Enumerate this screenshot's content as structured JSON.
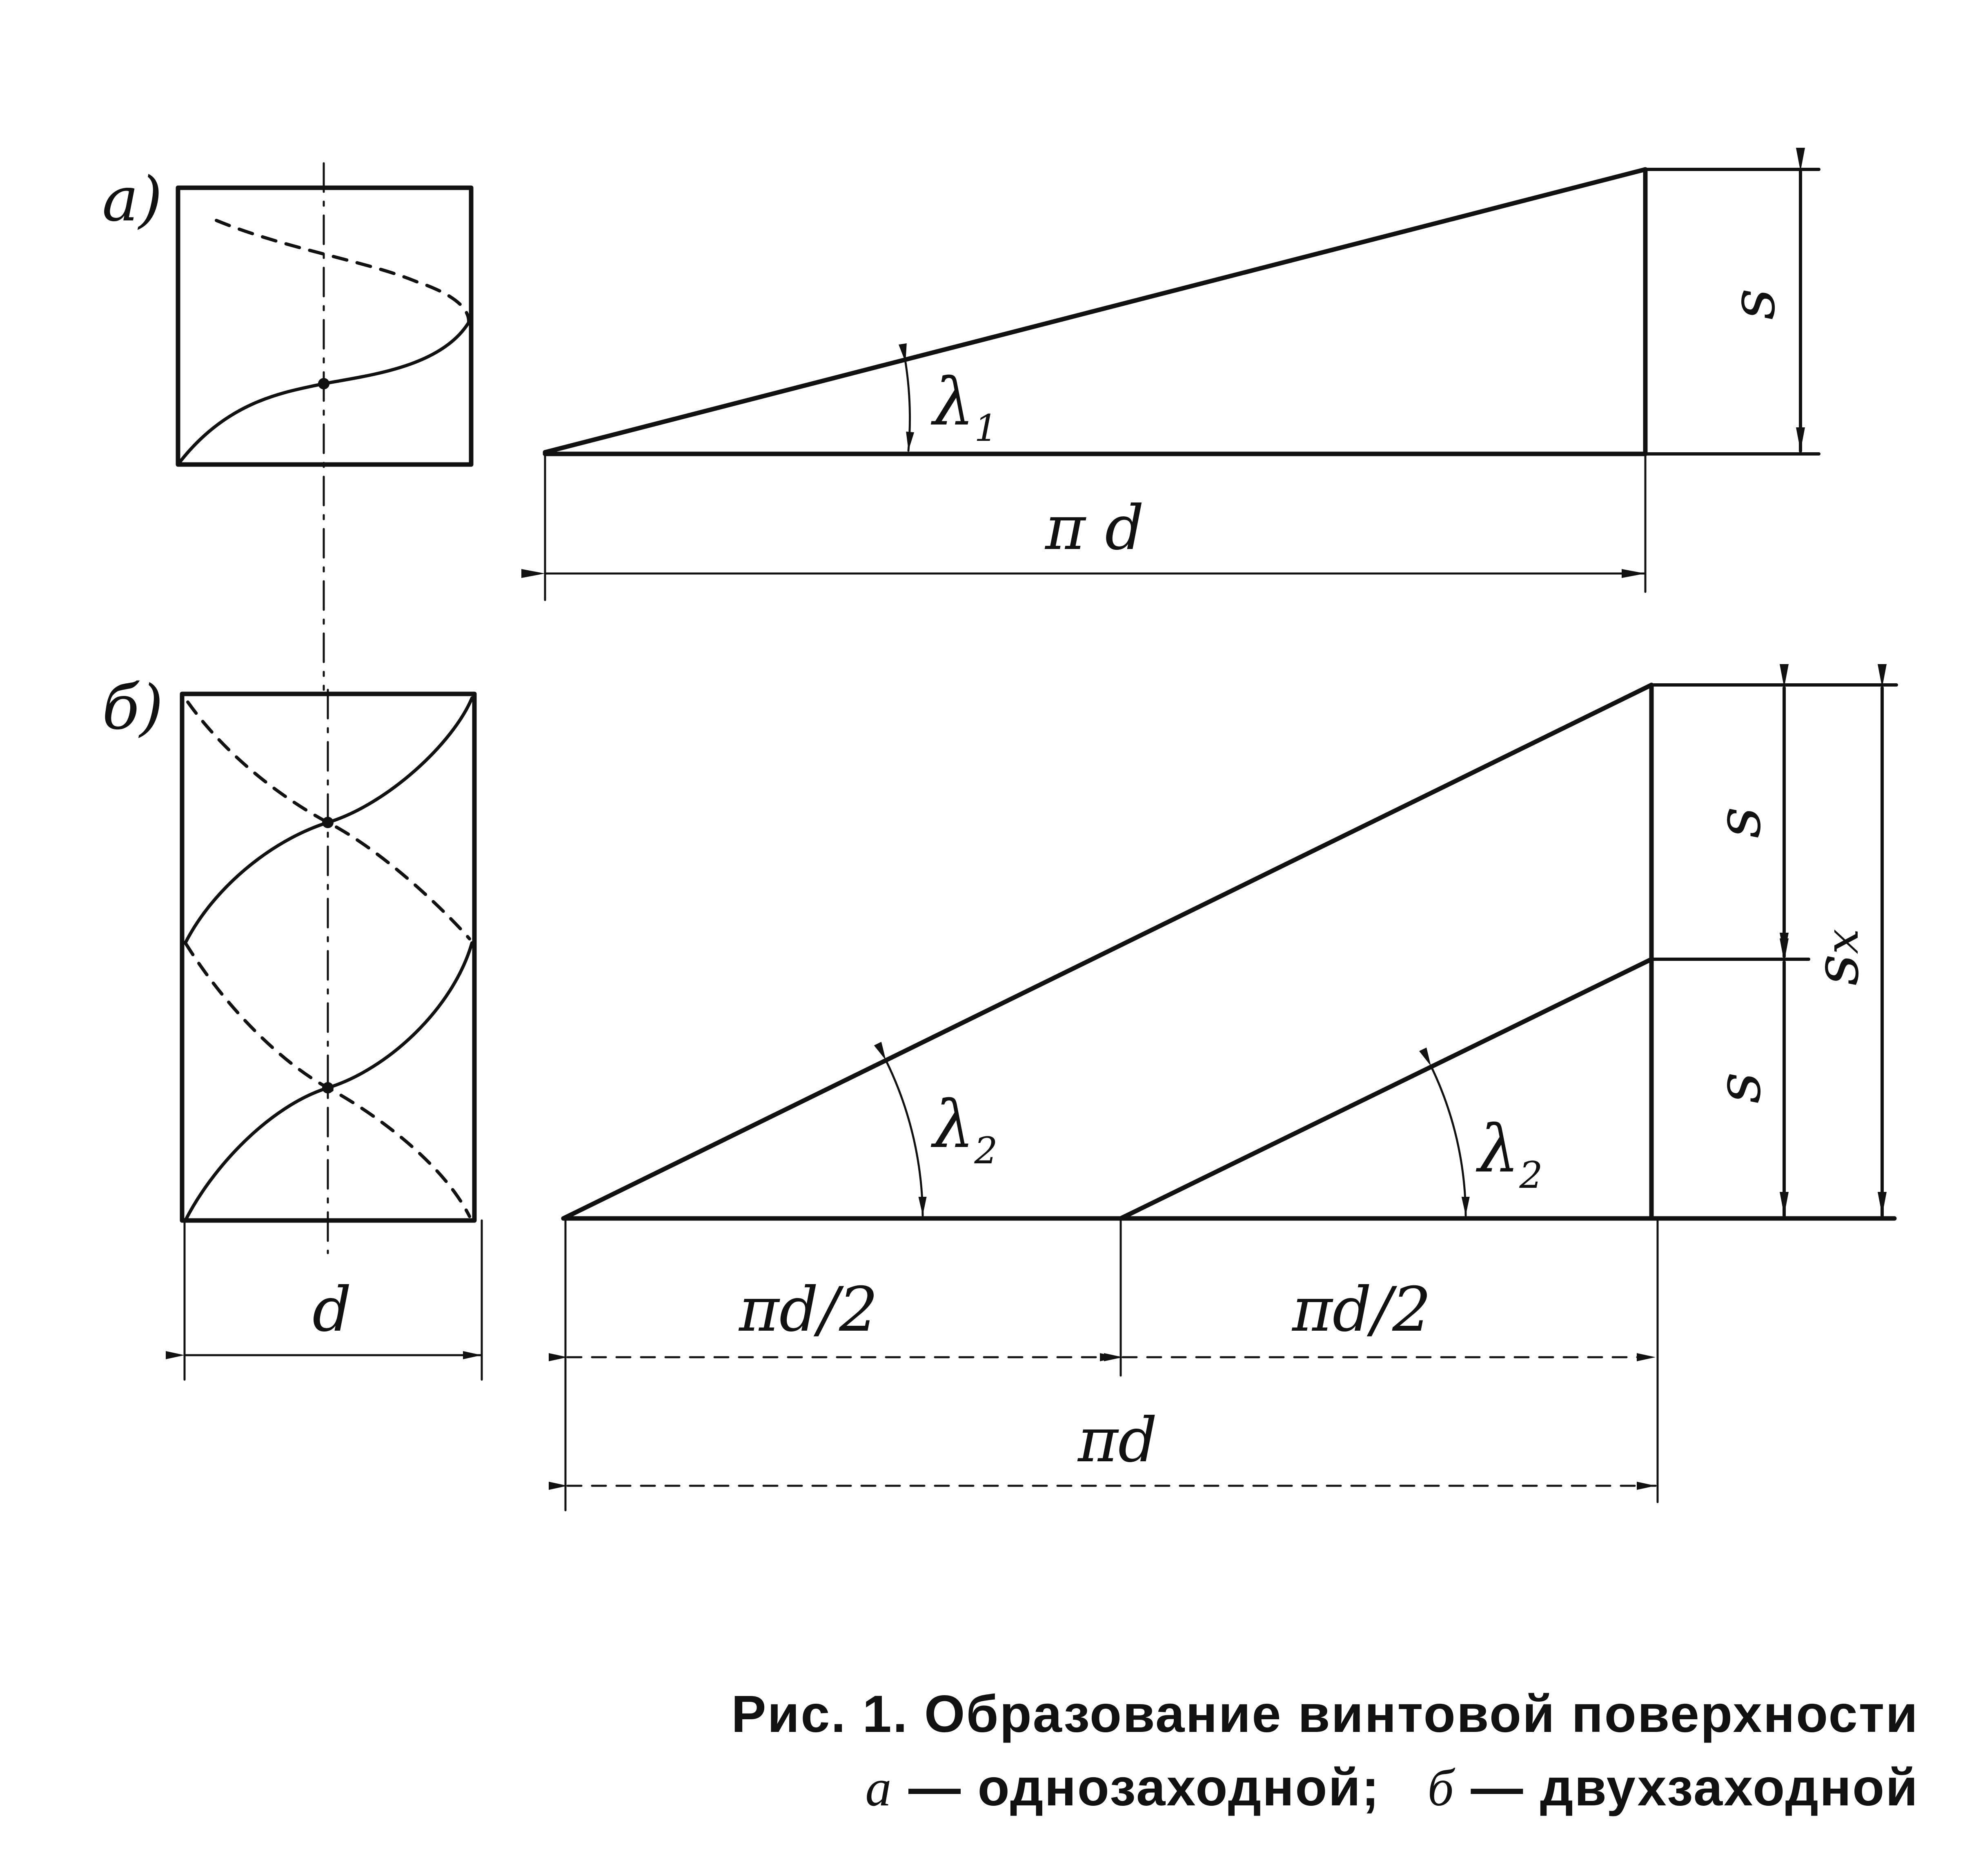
{
  "panel_a": {
    "label": "а)",
    "diameter_label": ""
  },
  "panel_b": {
    "label": "б)",
    "diameter_label": "d"
  },
  "triangle_a": {
    "angle_label": "λ",
    "angle_sub": "1",
    "base_label": "π d",
    "height_label": "s"
  },
  "triangle_b": {
    "angle_label": "λ",
    "angle_sub": "2",
    "half_base_label_1": "πd/2",
    "half_base_label_2": "πd/2",
    "base_label": "πd",
    "pitch_label_upper": "s",
    "pitch_label_lower": "s",
    "lead_label": "s",
    "lead_sub": "x"
  },
  "caption": {
    "line1": "Рис. 1. Образование винтовой поверхности",
    "line2_a": "а",
    "line2_a_text": " — однозаходной;   ",
    "line2_b": "б",
    "line2_b_text": " — двухзаходной"
  }
}
